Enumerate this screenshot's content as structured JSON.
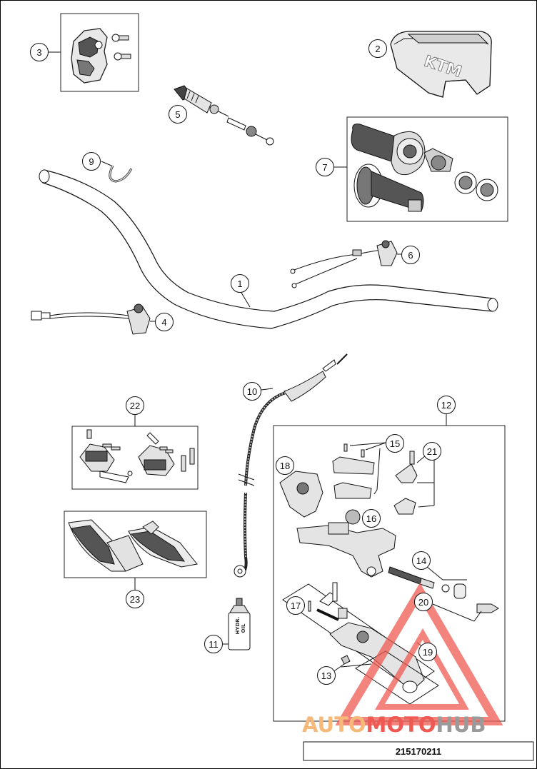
{
  "diagram": {
    "parts": [
      {
        "id": "1",
        "label": "1"
      },
      {
        "id": "2",
        "label": "2"
      },
      {
        "id": "3",
        "label": "3"
      },
      {
        "id": "4",
        "label": "4"
      },
      {
        "id": "5",
        "label": "5"
      },
      {
        "id": "6",
        "label": "6"
      },
      {
        "id": "7",
        "label": "7"
      },
      {
        "id": "9",
        "label": "9"
      },
      {
        "id": "10",
        "label": "10"
      },
      {
        "id": "11",
        "label": "11"
      },
      {
        "id": "12",
        "label": "12"
      },
      {
        "id": "13",
        "label": "13"
      },
      {
        "id": "14",
        "label": "14"
      },
      {
        "id": "15",
        "label": "15"
      },
      {
        "id": "16",
        "label": "16"
      },
      {
        "id": "17",
        "label": "17"
      },
      {
        "id": "18",
        "label": "18"
      },
      {
        "id": "19",
        "label": "19"
      },
      {
        "id": "20",
        "label": "20"
      },
      {
        "id": "21",
        "label": "21"
      },
      {
        "id": "22",
        "label": "22"
      },
      {
        "id": "23",
        "label": "23"
      }
    ],
    "pad_logo": "KTM",
    "bottle_label": [
      "HYDR.",
      "OIL"
    ],
    "diagram_code": "215170211"
  },
  "watermark": {
    "part1": "AUTO",
    "part2": "MOTO",
    "part3": "HUB",
    "color1": "#f6b97a",
    "color2": "#ee5a52",
    "color3": "#9a9a9a"
  }
}
